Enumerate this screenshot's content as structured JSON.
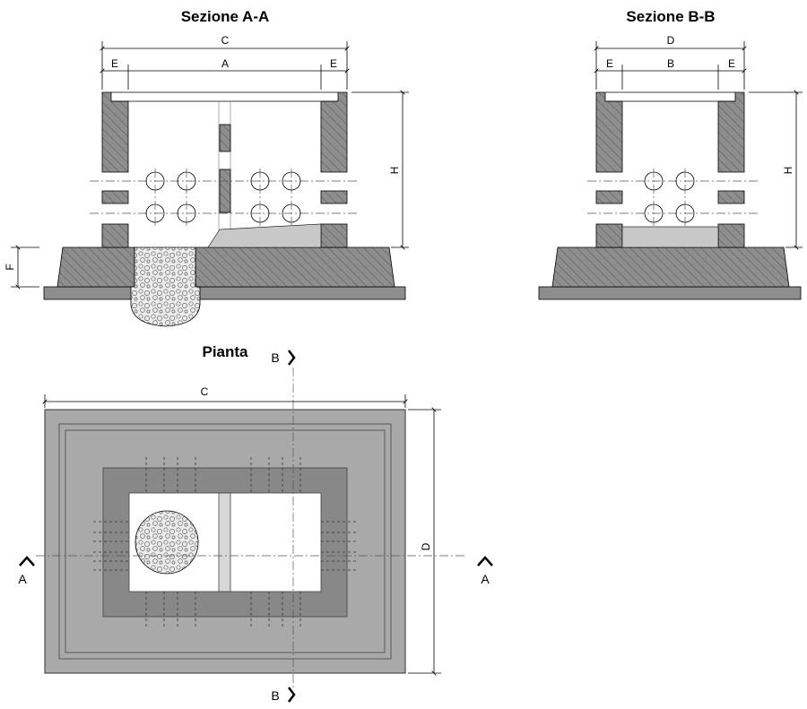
{
  "titles": {
    "section_aa": "Sezione A-A",
    "section_bb": "Sezione B-B",
    "plan": "Pianta"
  },
  "dimensions": {
    "A": "A",
    "B": "B",
    "C": "C",
    "D": "D",
    "E": "E",
    "F": "F",
    "H": "H"
  },
  "section_marks": {
    "A": "A",
    "B": "B"
  },
  "colors": {
    "concrete": "#8e8e8e",
    "concrete_dark": "#7a7a7a",
    "plan_slab": "#a9a9a9",
    "plan_inner": "#888888",
    "gravel": "#e6e6e6",
    "channel": "#c8c8c8"
  }
}
